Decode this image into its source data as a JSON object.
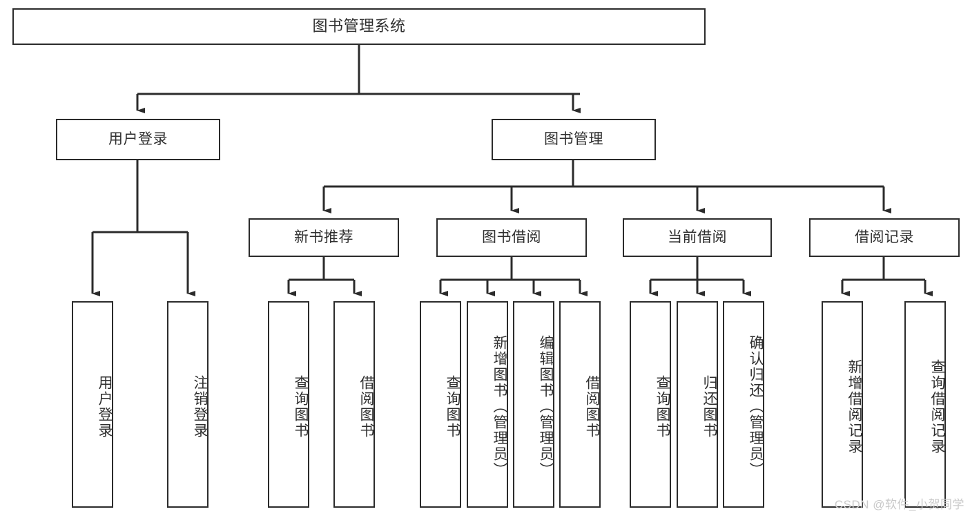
{
  "diagram": {
    "title": "图书管理系统",
    "watermark": "CSDN @软件_小贺同学",
    "line_color": "#2b2b2b",
    "text_color": "#2f2f2f",
    "background": "#ffffff",
    "root": {
      "label": "图书管理系统"
    },
    "level2": [
      {
        "label": "用户登录"
      },
      {
        "label": "图书管理"
      }
    ],
    "level3": [
      {
        "label": "新书推荐"
      },
      {
        "label": "图书借阅"
      },
      {
        "label": "当前借阅"
      },
      {
        "label": "借阅记录"
      }
    ],
    "leaves": {
      "user_login": [
        {
          "label": "用户登录"
        },
        {
          "label": "注销登录"
        }
      ],
      "new_book_recommend": [
        {
          "label": "查询图书"
        },
        {
          "label": "借阅图书"
        }
      ],
      "book_borrow": [
        {
          "label": "查询图书"
        },
        {
          "label": "新增图书（管理员）"
        },
        {
          "label": "编辑图书（管理员）"
        },
        {
          "label": "借阅图书"
        }
      ],
      "current_borrow": [
        {
          "label": "查询图书"
        },
        {
          "label": "归还图书"
        },
        {
          "label": "确认归还（管理员）"
        }
      ],
      "borrow_record": [
        {
          "label": "新增借阅记录"
        },
        {
          "label": "查询借阅记录"
        }
      ]
    }
  }
}
